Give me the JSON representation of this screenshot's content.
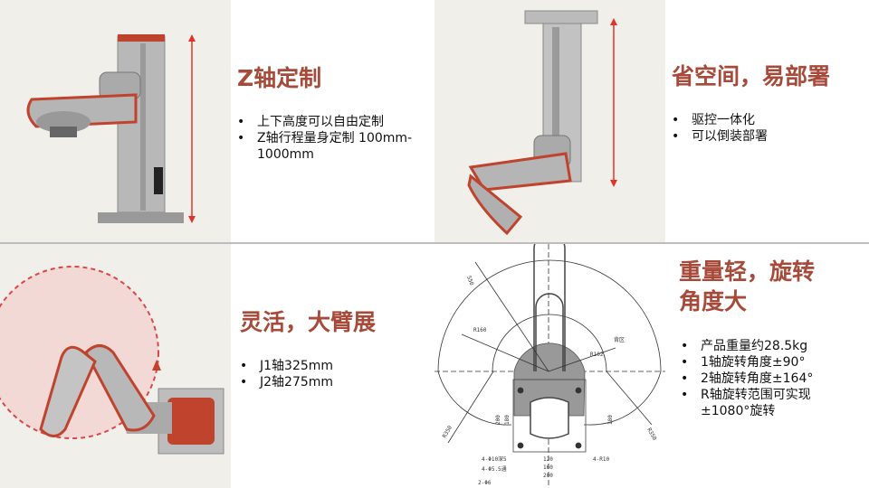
{
  "sections": [
    {
      "title": "Z轴定制",
      "bullets": [
        "上下高度可以自由定制",
        "Z轴行程量身定制 100mm-1000mm"
      ]
    },
    {
      "title": "省空间，易部署",
      "bullets": [
        "驱控一体化",
        "可以倒装部署"
      ]
    },
    {
      "title": "灵活，大臂展",
      "bullets": [
        "J1轴325mm",
        "J2轴275mm"
      ]
    },
    {
      "title_line1": "重量轻，旋转",
      "title_line2": "角度大",
      "bullets": [
        "产品重量约28.5kg",
        "1轴旋转角度±90°",
        "2轴旋转角度±164°",
        "R轴旋转范围可实现 ±1080°旋转"
      ]
    }
  ],
  "diagram_labels": {
    "a": "550",
    "r160": "R160",
    "r102": "R102",
    "zone": "背区",
    "r350a": "R350",
    "r350b": "R350",
    "h200": "200",
    "h180": "180",
    "h180b": "180",
    "w120": "120",
    "w160": "160",
    "w200": "200",
    "hole1": "4-Φ10深5",
    "hole2": "4-Φ5.5通",
    "hole3": "2-Φ6",
    "r10": "4-R10"
  },
  "colors": {
    "accent": "#a84a3a",
    "robot_red": "#c0432e",
    "panel_bg": "#f1efea"
  }
}
